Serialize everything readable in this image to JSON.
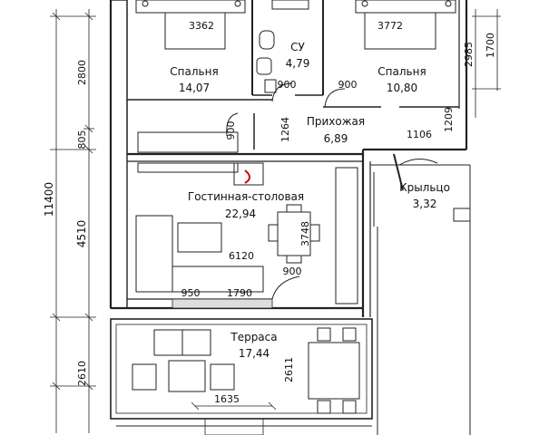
{
  "rooms": [
    {
      "name": "Спальня",
      "area": "14,07"
    },
    {
      "name": "СУ",
      "area": "4,79"
    },
    {
      "name": "Спальня",
      "area": "10,80"
    },
    {
      "name": "Прихожая",
      "area": "6,89"
    },
    {
      "name": "Гостинная-столовая",
      "area": "22,94"
    },
    {
      "name": "Крыльцо",
      "area": "3,32"
    },
    {
      "name": "Терраса",
      "area": "17,44"
    }
  ],
  "dimensions": {
    "d3362": "3362",
    "d3772": "3772",
    "d2985": "2985",
    "d1700": "1700",
    "d2800": "2800",
    "d805": "805",
    "d11400": "11400",
    "d4510": "4510",
    "d2610": "2610",
    "d900a": "900",
    "d900b": "900",
    "d900c": "900",
    "d900d": "900",
    "d1264": "1264",
    "d1209": "1209",
    "d1106": "1106",
    "d3748": "3748",
    "d6120": "6120",
    "d950": "950",
    "d1790": "1790",
    "d2611": "2611",
    "d1635": "1635"
  }
}
